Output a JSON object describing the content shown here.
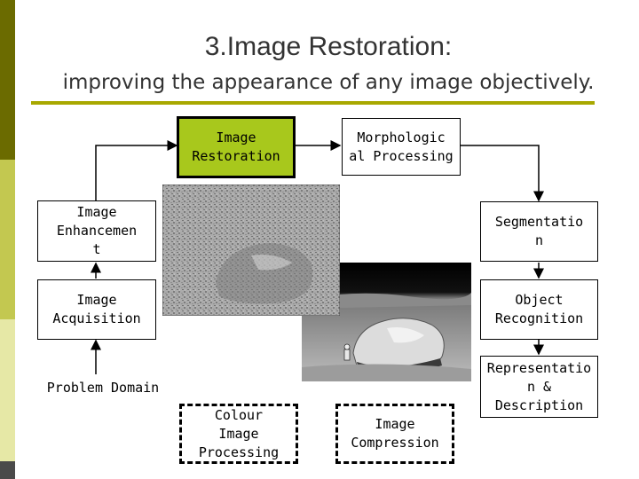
{
  "slide": {
    "title": "3.Image Restoration:",
    "subtitle": "improving the appearance of any image objectively."
  },
  "diagram": {
    "nodes": {
      "image_restoration": "Image\nRestoration",
      "morphological_processing": "Morphologic\nal Processing",
      "image_enhancement": "Image\nEnhancemen\nt",
      "segmentation": "Segmentatio\nn",
      "image_acquisition": "Image\nAcquisition",
      "object_recognition": "Object\nRecognition",
      "problem_domain": "Problem Domain",
      "colour_image_processing": "Colour\nImage\nProcessing",
      "image_compression": "Image\nCompression",
      "representation_description": "Representatio\nn &\nDescription"
    },
    "colors": {
      "highlight": "#a8c81c",
      "accent_rule": "#a8a800",
      "sidebar_dark": "#6b6b00",
      "sidebar_mid": "#c3c850",
      "sidebar_light": "#e6e8a6"
    }
  },
  "photos": {
    "degraded_image": "noisy-lunar-rock-photo",
    "restored_image": "astronaut-lunar-boulder-photo"
  }
}
